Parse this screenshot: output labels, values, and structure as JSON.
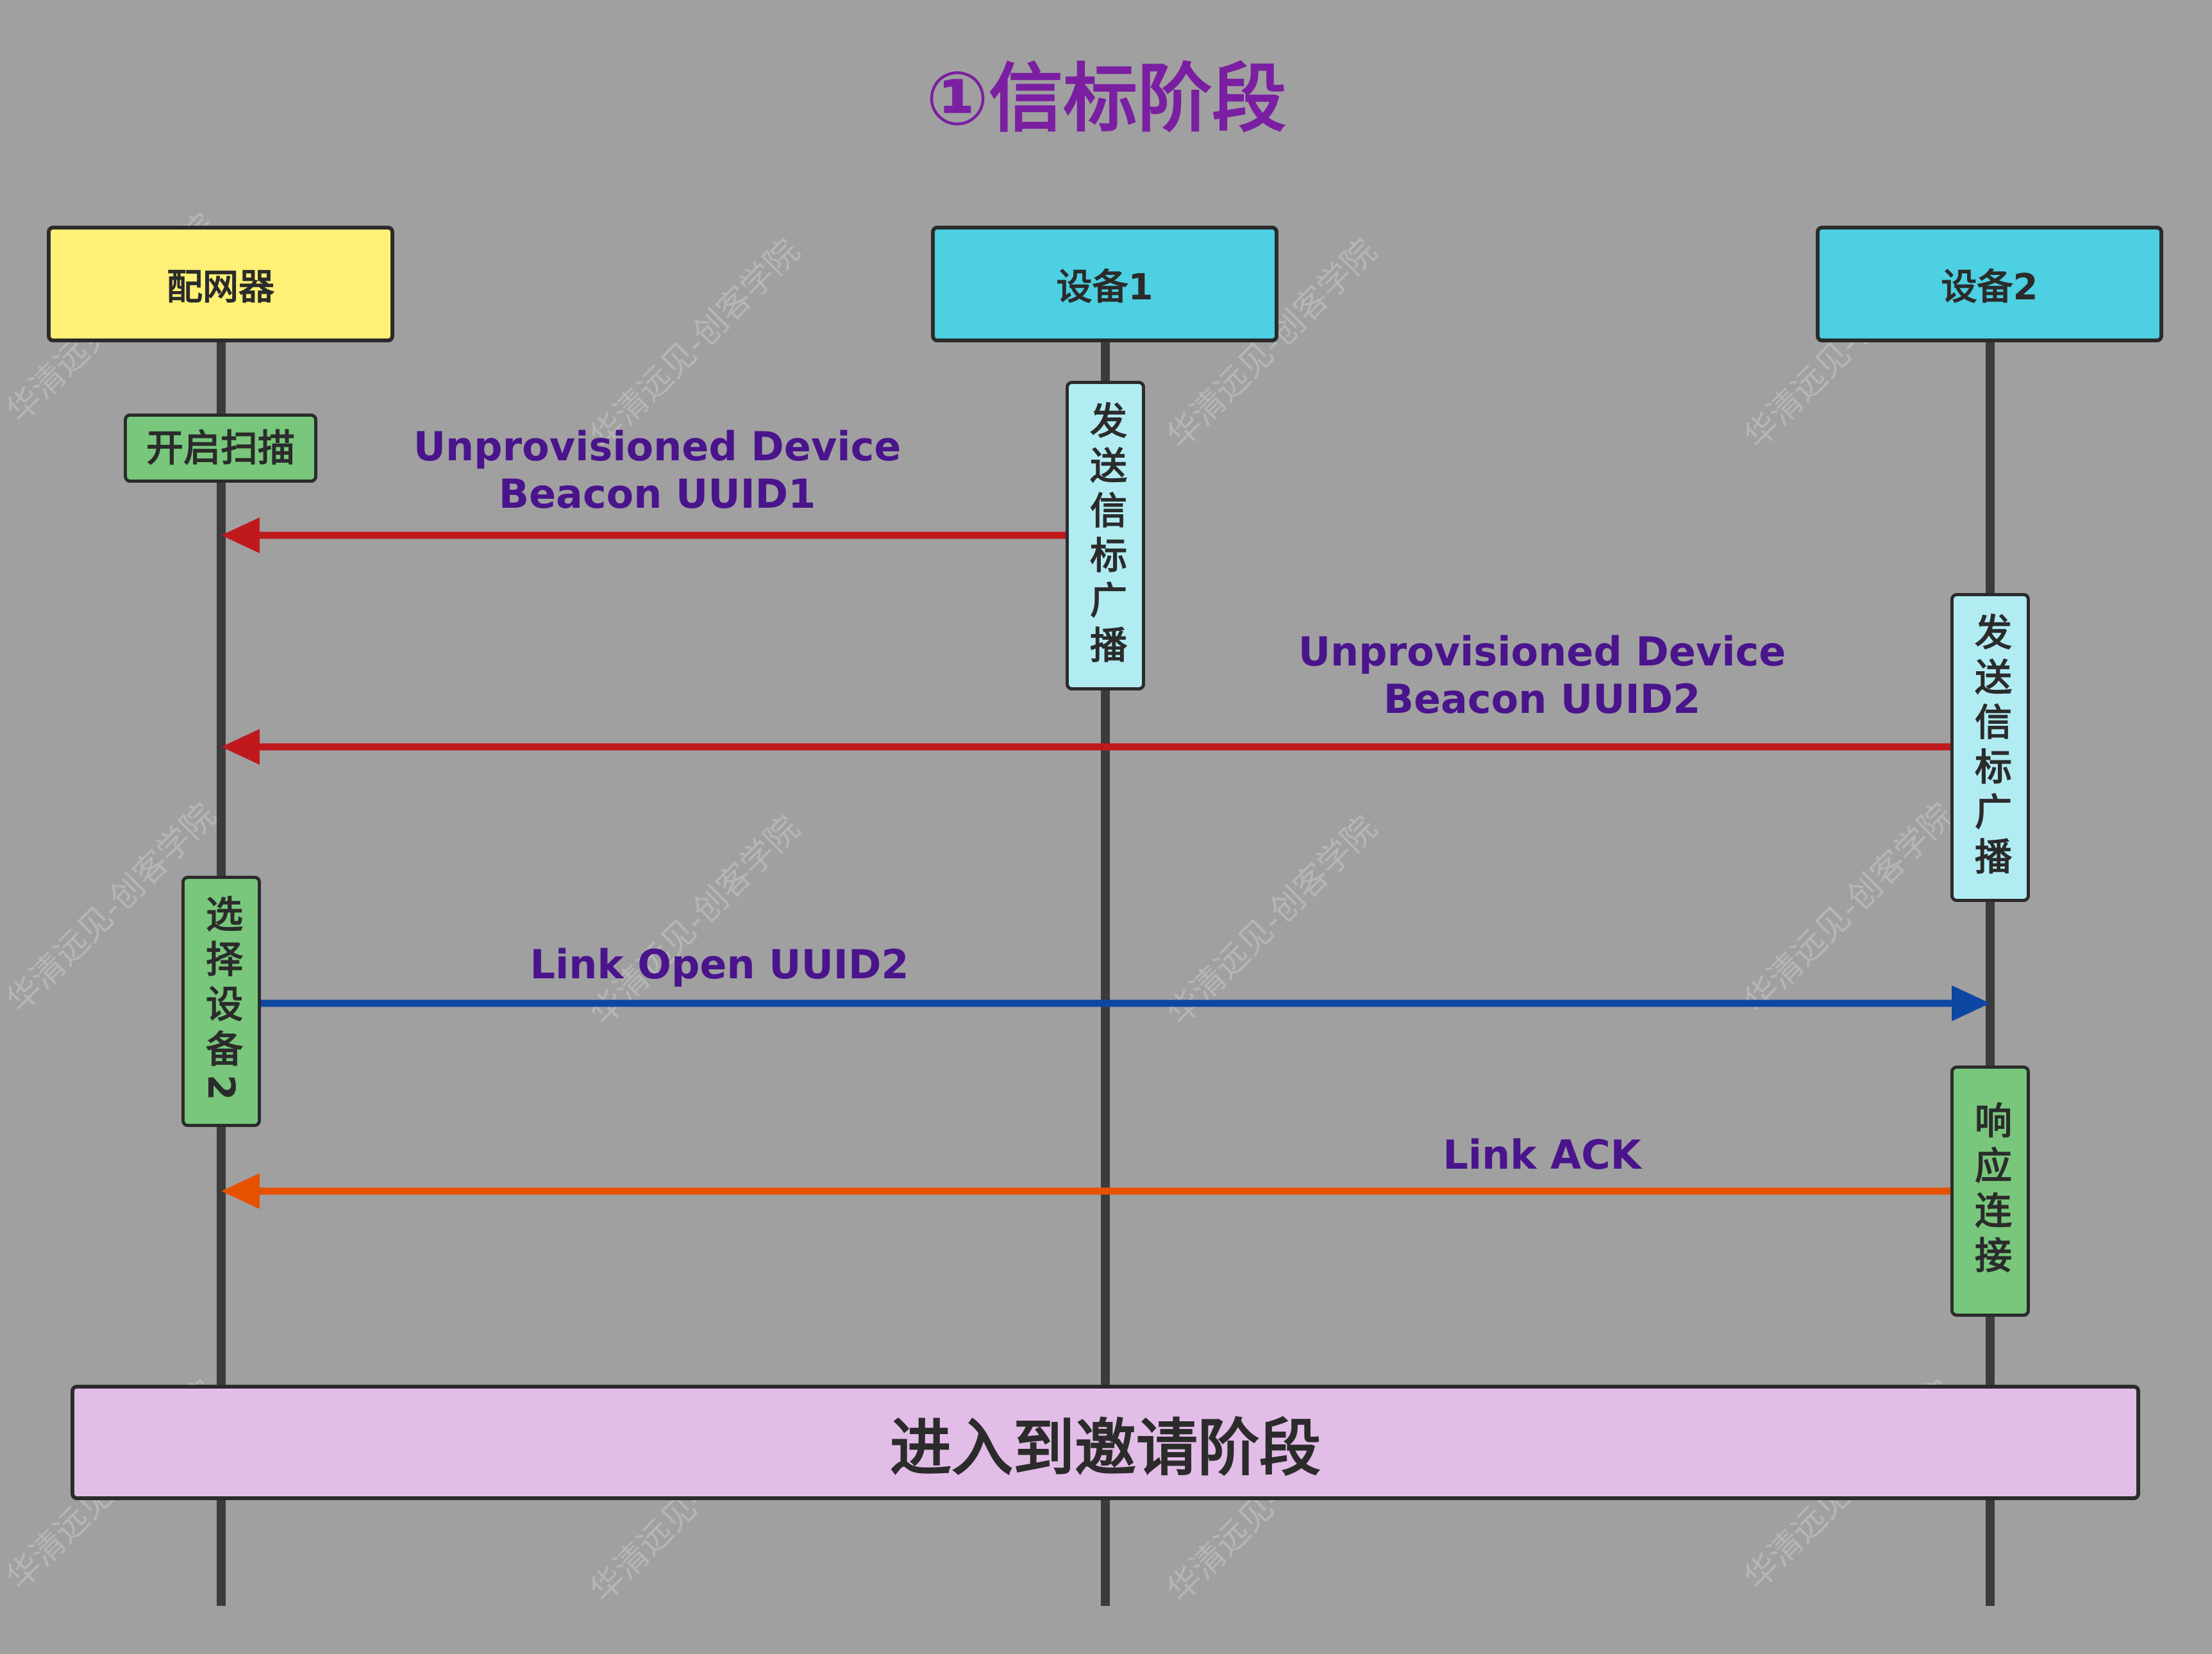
{
  "title": "①信标阶段",
  "colors": {
    "background": "#a0a0a0",
    "title": "#7b1fa2",
    "message_text": "#4a148c",
    "arrow_red": "#c0191d",
    "arrow_blue": "#0d47a1",
    "arrow_orange": "#e65100",
    "participant_yellow": "#fff176",
    "participant_cyan": "#4dd0e1"
  },
  "participants": [
    {
      "label": "配网器",
      "color": "#fff176"
    },
    {
      "label": "设备1",
      "color": "#4dd0e1"
    },
    {
      "label": "设备2",
      "color": "#4dd0e1"
    }
  ],
  "activations": {
    "start_scan": "开启扫描",
    "device1_broadcast": "发送信标广播",
    "device2_broadcast": "发送信标广播",
    "select_device2": "选择设备2",
    "respond_connect": "响应连接"
  },
  "messages": [
    {
      "line1": "Unprovisioned Device",
      "line2": "Beacon UUID1",
      "from": "设备1",
      "to": "配网器",
      "color": "#c0191d"
    },
    {
      "line1": "Unprovisioned Device",
      "line2": "Beacon UUID2",
      "from": "设备2",
      "to": "配网器",
      "color": "#c0191d"
    },
    {
      "line1": "Link Open UUID2",
      "line2": "",
      "from": "配网器",
      "to": "设备2",
      "color": "#0d47a1"
    },
    {
      "line1": "Link ACK",
      "line2": "",
      "from": "设备2",
      "to": "配网器",
      "color": "#e65100"
    }
  ],
  "next_phase": "进入到邀请阶段",
  "watermark": "华清远见-创客学院"
}
